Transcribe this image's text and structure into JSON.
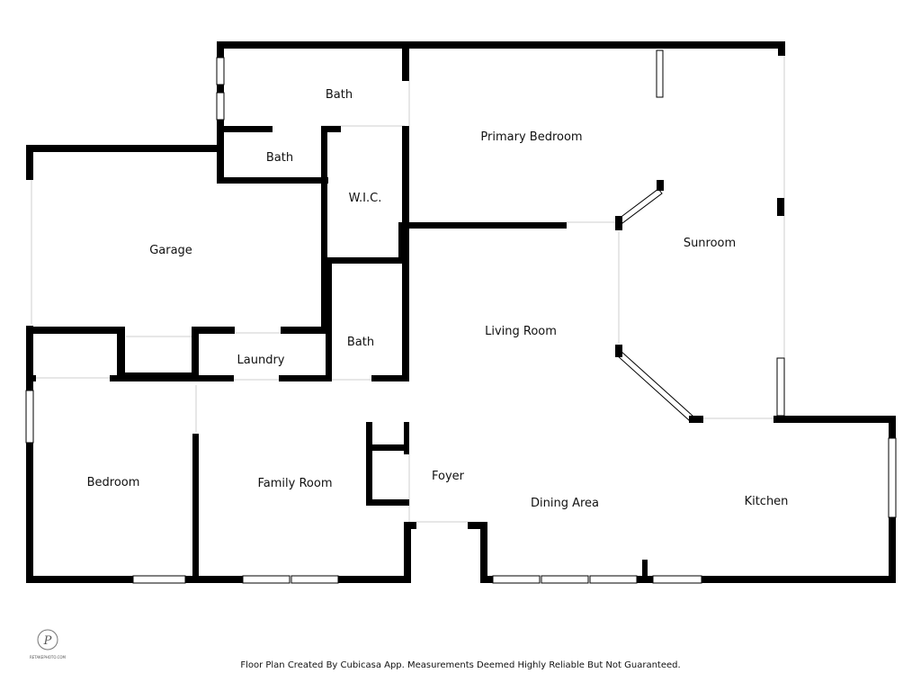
{
  "rooms": {
    "bath_top": "Bath",
    "primary_bedroom": "Primary Bedroom",
    "bath_small": "Bath",
    "wic": "W.I.C.",
    "garage": "Garage",
    "sunroom": "Sunroom",
    "living_room": "Living Room",
    "bath_mid": "Bath",
    "laundry": "Laundry",
    "bedroom": "Bedroom",
    "family_room": "Family Room",
    "foyer": "Foyer",
    "dining_area": "Dining Area",
    "kitchen": "Kitchen"
  },
  "logo": {
    "mark": "P",
    "text": "RETAKEPHOTO.COM"
  },
  "footer": "Floor Plan Created By Cubicasa App. Measurements Deemed Highly Reliable But Not Guaranteed."
}
